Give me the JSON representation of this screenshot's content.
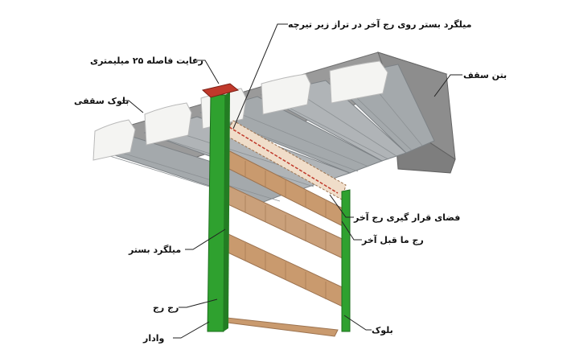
{
  "labels": {
    "top_rebar": "میلگرد بستر روی رج آخر در تراز زیر تیرچه",
    "gap_25mm": "رعایت فاصله ۲۵ میلیمتری",
    "roof_block": "بلوک سقفی",
    "roof_concrete": "بتن سقف",
    "last_row_space": "فضای قرار گیری رج آخر",
    "row_before_last": "رج ما قبل آخر",
    "bed_rebar": "میلگرد بستر",
    "course_row": "رج رج",
    "stud": "وادار",
    "block": "بلوک"
  },
  "colors": {
    "stud": "#2fa12f",
    "brick": "#c99a6e",
    "joist": "#9ea3a6",
    "block_foam": "#f4f4f2",
    "concrete": "#8d8d8d",
    "cap_plate": "#c0392b",
    "rebar": "#c0392b"
  }
}
